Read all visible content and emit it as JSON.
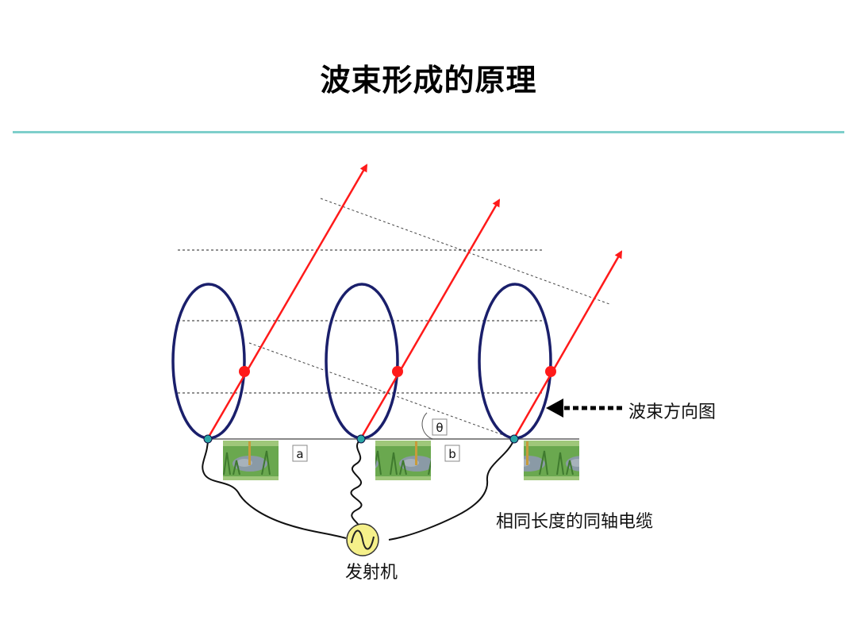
{
  "title": "波束形成的原理",
  "labels": {
    "beam_pattern": "波束方向图",
    "coax_cable": "相同长度的同轴电缆",
    "transmitter": "发射机",
    "spacing_a": "a",
    "spacing_b": "b",
    "angle": "θ"
  },
  "colors": {
    "loop": "#1a1f6b",
    "beam": "#ff1a1a",
    "rule": "#7ecfcb",
    "transmitter_fill": "#f5f08a",
    "node": "#2aa6a6"
  }
}
